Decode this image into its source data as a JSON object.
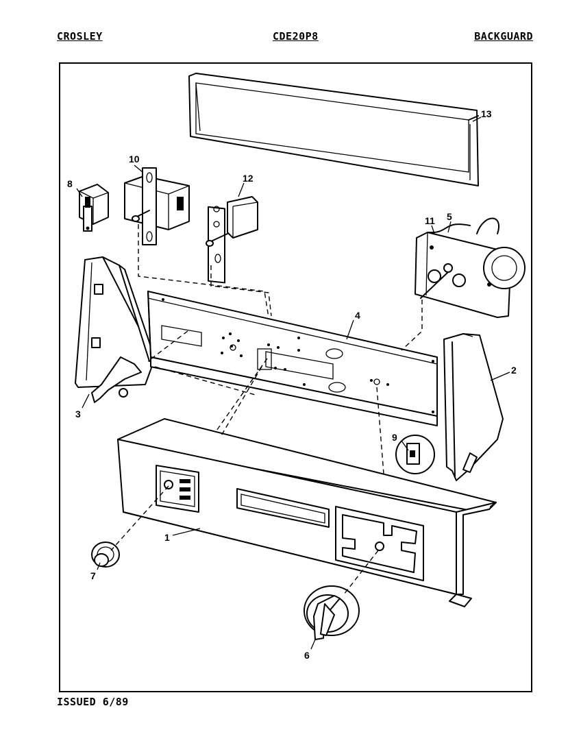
{
  "header": {
    "brand": "CROSLEY",
    "model": "CDE20P8",
    "section": "BACKGUARD"
  },
  "footer": {
    "issued": "ISSUED 6/89"
  },
  "callouts": {
    "c1": "1",
    "c2": "2",
    "c3": "3",
    "c4": "4",
    "c5": "5",
    "c6": "6",
    "c7": "7",
    "c8": "8",
    "c9": "9",
    "c10": "10",
    "c11": "11",
    "c12": "12",
    "c13": "13"
  }
}
